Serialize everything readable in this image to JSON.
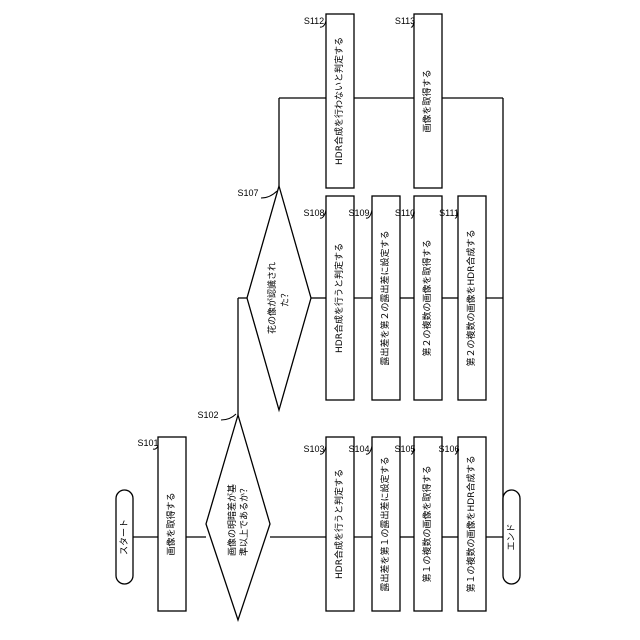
{
  "steps": {
    "start": "スタート",
    "end": "エンド",
    "s101": {
      "label": "S101",
      "text": "画像を取得する"
    },
    "s102": {
      "label": "S102",
      "line1": "画像の明暗差が基",
      "line2": "準以上であるか？"
    },
    "s103": {
      "label": "S103",
      "text": "HDR合成を行うと判定する"
    },
    "s104": {
      "label": "S104",
      "text": "露出差を第１の露出差に設定する"
    },
    "s105": {
      "label": "S105",
      "text": "第１の複数の画像を取得する"
    },
    "s106": {
      "label": "S106",
      "text": "第１の複数の画像をHDR合成する"
    },
    "s107": {
      "label": "S107",
      "line1": "花の像が認識され",
      "line2": "た？"
    },
    "s108": {
      "label": "S108",
      "text": "HDR合成を行うと判定する"
    },
    "s109": {
      "label": "S109",
      "text": "露出差を第２の露出差に設定する"
    },
    "s110": {
      "label": "S110",
      "text": "第２の複数の画像を取得する"
    },
    "s111": {
      "label": "S111",
      "text": "第２の複数の画像をHDR合成する"
    },
    "s112": {
      "label": "S112",
      "text": "HDR合成を行わないと判定する"
    },
    "s113": {
      "label": "S113",
      "text": "画像を取得する"
    }
  }
}
